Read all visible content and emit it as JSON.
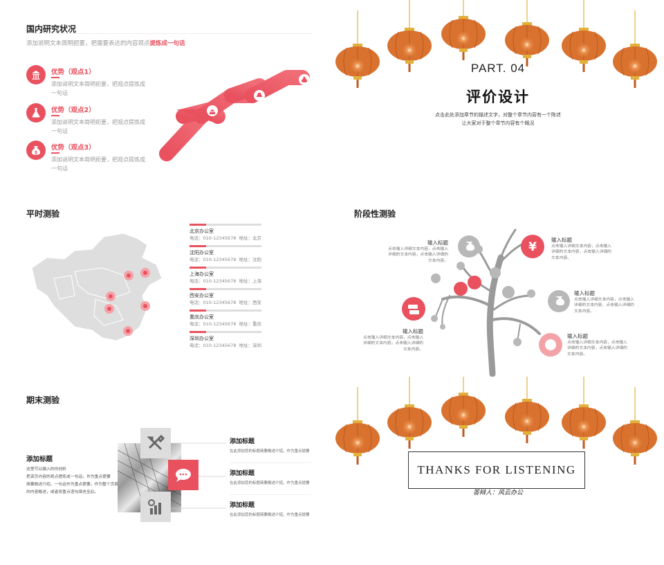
{
  "p1": {
    "title": "国内研究状况",
    "subtitle_plain": "添加说明文本简明扼要，把需要表达的内容观点",
    "subtitle_bold": "提炼成一句话",
    "items": [
      {
        "heading": "优势（观点1）",
        "desc_line1": "添加说明文本简明扼要，把观点提炼成",
        "desc_line2": "一句话",
        "icon": "bank-icon"
      },
      {
        "heading": "优势（观点2）",
        "desc_line1": "添加说明文本简明扼要，把观点提炼成",
        "desc_line2": "一句话",
        "icon": "flask-icon"
      },
      {
        "heading": "优势（观点3）",
        "desc_line1": "添加说明文本简明扼要，把观点提炼成",
        "desc_line2": "一句话",
        "icon": "moneybag-icon"
      }
    ]
  },
  "p2": {
    "part": "PART. 04",
    "title": "评价设计",
    "desc_line1": "点击此处添加章节的描述文字，对整个章节内容有一个陈述",
    "desc_line2": "让大家对于整个章节内容有个概况"
  },
  "p3": {
    "title": "平时测验",
    "offices": [
      {
        "name": "北京办公室",
        "phone": "电话：010-12345678",
        "addr": "地址：北京"
      },
      {
        "name": "沈阳办公室",
        "phone": "电话：010-12345678",
        "addr": "地址：沈阳"
      },
      {
        "name": "上海办公室",
        "phone": "电话：010-12345678",
        "addr": "地址：上海"
      },
      {
        "name": "西安办公室",
        "phone": "电话：010-12345678",
        "addr": "地址：西安"
      },
      {
        "name": "重庆办公室",
        "phone": "电话：010-12345678",
        "addr": "地址：重庆"
      },
      {
        "name": "深圳办公室",
        "phone": "电话：010-12345678",
        "addr": "地址：深圳"
      }
    ]
  },
  "p4": {
    "title": "阶段性测验",
    "labels": [
      {
        "title": "输入标题",
        "body": [
          "点击输入详细文本内容，点击输入",
          "详细的文本内容，点击输入详细的",
          "文本内容。"
        ]
      },
      {
        "title": "输入标题",
        "body": [
          "点击输入详细文本内容，点击输入",
          "详细的文本内容，点击输入详细的",
          "文本内容。"
        ]
      },
      {
        "title": "输入标题",
        "body": [
          "点击输入详细文本内容，点击输入",
          "详细的文本内容，点击输入详细的",
          "文本内容。"
        ]
      },
      {
        "title": "输入标题",
        "body": [
          "点击输入详细文本内容，点击输入",
          "详细的文本内容，点击输入详细的",
          "文本内容。"
        ]
      },
      {
        "title": "输入标题",
        "body": [
          "点击输入详细文本内容，点击输入",
          "详细的文本内容，点击输入详细的",
          "文本内容。"
        ]
      }
    ]
  },
  "p5": {
    "title": "期末测验",
    "left_heading": "添加标题",
    "left_body": [
      "这里可以输入的你创析",
      "把该页内容的观点提炼成一句话，作为重点提要",
      "简要概述介绍，一句话作为重点提要，作为整个页面",
      "的内容概述，或者将重点语句填充至此。"
    ],
    "right": [
      {
        "heading": "添加标题",
        "body": "在此添加您的标题简要概述介绍，作为重点提要"
      },
      {
        "heading": "添加标题",
        "body": "在此添加您的标题简要概述介绍，作为重点提要"
      },
      {
        "heading": "添加标题",
        "body": "在此添加您的标题简要概述介绍，作为重点提要"
      }
    ]
  },
  "p6": {
    "thanks": "THANKS FOR LISTENING",
    "presenter": "答辩人：风云办公"
  },
  "colors": {
    "accent": "#e9515f",
    "lantern": "#d9722f",
    "gold": "#e2b13c"
  }
}
